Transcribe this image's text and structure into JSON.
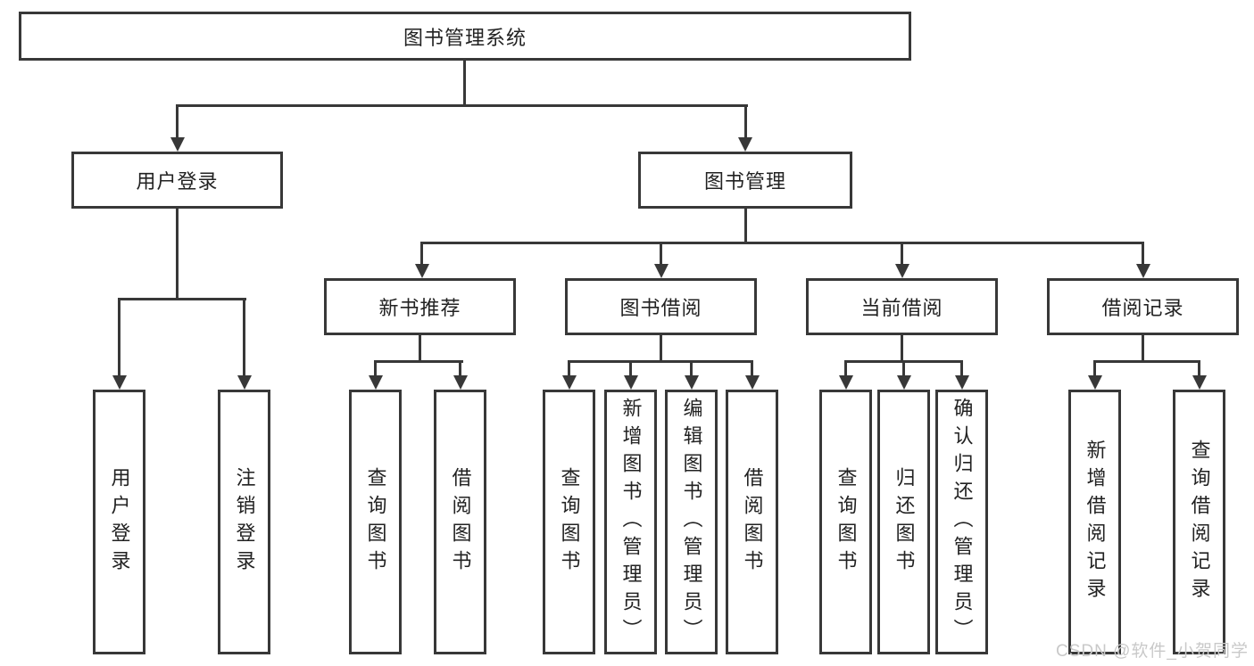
{
  "tree": {
    "root": {
      "label": "图书管理系统"
    },
    "branches": [
      {
        "label": "用户登录",
        "children": [
          {
            "label": "用户登录"
          },
          {
            "label": "注销登录"
          }
        ]
      },
      {
        "label": "图书管理",
        "sections": [
          {
            "label": "新书推荐",
            "children": [
              {
                "label": "查询图书"
              },
              {
                "label": "借阅图书"
              }
            ]
          },
          {
            "label": "图书借阅",
            "children": [
              {
                "label": "查询图书"
              },
              {
                "label": "新增图书（管理员）"
              },
              {
                "label": "编辑图书（管理员）"
              },
              {
                "label": "借阅图书"
              }
            ]
          },
          {
            "label": "当前借阅",
            "children": [
              {
                "label": "查询图书"
              },
              {
                "label": "归还图书"
              },
              {
                "label": "确认归还（管理员）"
              }
            ]
          },
          {
            "label": "借阅记录",
            "children": [
              {
                "label": "新增借阅记录"
              },
              {
                "label": "查询借阅记录"
              }
            ]
          }
        ]
      }
    ]
  },
  "watermark": {
    "text": "CSDN @软件_小贺同学"
  },
  "colors": {
    "line": "#383838",
    "text": "#222222",
    "watermark": "#c9c9c9",
    "background": "#ffffff"
  }
}
